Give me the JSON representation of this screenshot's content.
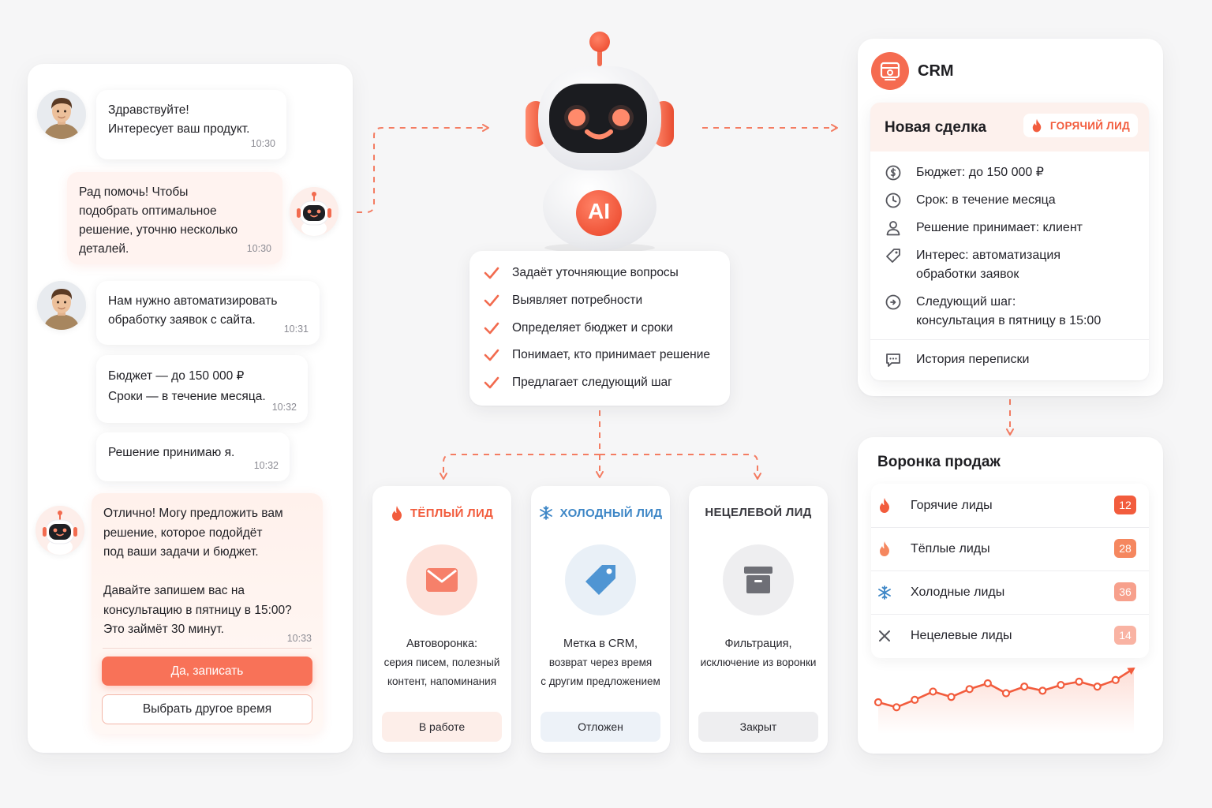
{
  "chat": {
    "messages": [
      {
        "from": "user",
        "text": "Здравствуйте!\nИнтересует ваш продукт.",
        "time": "10:30"
      },
      {
        "from": "bot",
        "text": "Рад помочь! Чтобы\nподобрать оптимальное\nрешение, уточню несколько\nдеталей.",
        "time": "10:30"
      },
      {
        "from": "user",
        "text": "Нам нужно автоматизировать\nобработку заявок с сайта.",
        "time": "10:31"
      },
      {
        "from": "user",
        "text": "Бюджет — до 150 000 ₽\nСроки — в течение месяца.",
        "time": "10:32"
      },
      {
        "from": "user",
        "text": "Решение принимаю я.",
        "time": "10:32"
      },
      {
        "from": "bot",
        "text": "Отлично! Могу предложить вам\nрешение, которое подойдёт\nпод ваши задачи и бюджет.\n\nДавайте запишем вас на\nконсультацию в пятницу в 15:00?\nЭто займёт 30 минут.",
        "time": "10:33"
      }
    ],
    "confirm_button": "Да, записать",
    "other_time_button": "Выбрать другое время"
  },
  "robot": {
    "badge": "AI",
    "colors": {
      "accent": "#f25c3d",
      "eyes": "#ff8a6b"
    }
  },
  "capabilities": [
    "Задаёт уточняющие вопросы",
    "Выявляет потребности",
    "Определяет бюджет и сроки",
    "Понимает, кто принимает решение",
    "Предлагает следующий шаг"
  ],
  "crm": {
    "title": "CRM",
    "deal_title": "Новая сделка",
    "hot_badge": "ГОРЯЧИЙ ЛИД",
    "fields": [
      {
        "icon": "coin-icon",
        "text": "Бюджет:  до 150 000 ₽"
      },
      {
        "icon": "clock-icon",
        "text": "Срок: в течение месяца"
      },
      {
        "icon": "person-icon",
        "text": "Решение принимает: клиент"
      },
      {
        "icon": "tag-icon",
        "text": "Интерес:  автоматизация\nобработки заявок"
      },
      {
        "icon": "next-step-icon",
        "text": "Следующий шаг:\nконсультация в пятницу в 15:00"
      }
    ],
    "history": "История переписки"
  },
  "leads": [
    {
      "title": "ТЁПЛЫЙ ЛИД",
      "icon": "mail-icon",
      "desc": [
        "Автоворонка:",
        "серия писем, полезный",
        "контент, напоминания"
      ],
      "status": "В работе",
      "color": "#f25c3d"
    },
    {
      "title": "ХОЛОДНЫЙ ЛИД",
      "icon": "tag-icon",
      "desc": [
        "Метка в CRM,",
        "возврат через время",
        "с другим предложением"
      ],
      "status": "Отложен",
      "color": "#3d86c6"
    },
    {
      "title": "НЕЦЕЛЕВОЙ ЛИД",
      "icon": "archive-icon",
      "desc": [
        "Фильтрация,",
        "исключение из воронки"
      ],
      "status": "Закрыт",
      "color": "#3a3a40"
    }
  ],
  "funnel": {
    "title": "Воронка продаж",
    "rows": [
      {
        "label": "Горячие лиды",
        "count": "12",
        "icon": "fire-icon",
        "color": "#f25c3d"
      },
      {
        "label": "Тёплые лиды",
        "count": "28",
        "icon": "fire-icon",
        "color": "#f5875f"
      },
      {
        "label": "Холодные лиды",
        "count": "36",
        "icon": "snowflake-icon",
        "color": "#f7a08c"
      },
      {
        "label": "Нецелевые лиды",
        "count": "14",
        "icon": "cross-icon",
        "color": "#f9b3a3"
      }
    ],
    "trend": [
      0.42,
      0.3,
      0.48,
      0.68,
      0.55,
      0.74,
      0.88,
      0.64,
      0.8,
      0.7,
      0.84,
      0.92,
      0.8,
      0.96,
      1.24
    ]
  }
}
